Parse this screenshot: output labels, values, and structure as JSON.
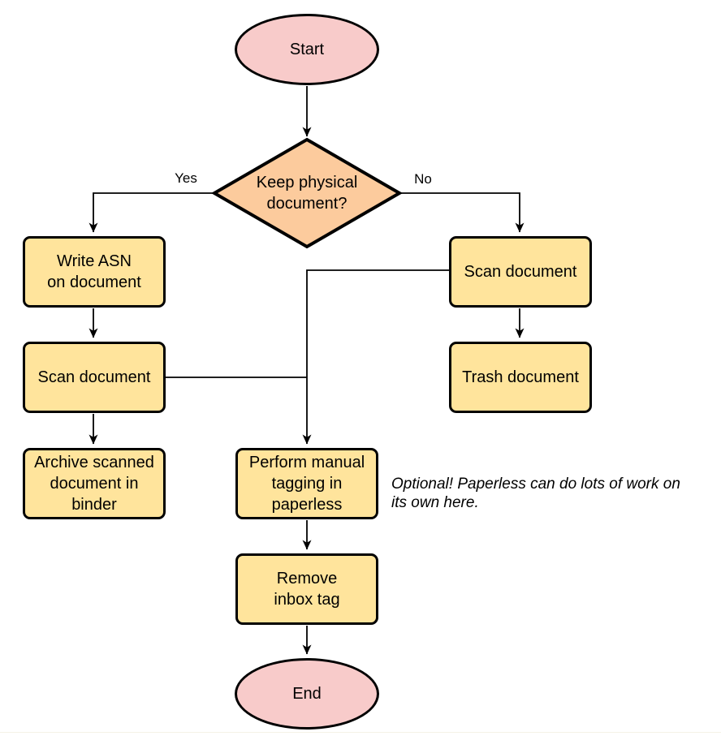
{
  "diagram": {
    "nodes": {
      "start": "Start",
      "decision": "Keep physical\ndocument?",
      "write_asn": "Write ASN\non document",
      "scan_left": "Scan document",
      "archive": "Archive scanned\ndocument in\nbinder",
      "scan_right": "Scan document",
      "trash": "Trash document",
      "tagging": "Perform manual\ntagging in\npaperless",
      "remove_inbox": "Remove\ninbox tag",
      "end": "End"
    },
    "edge_labels": {
      "yes": "Yes",
      "no": "No"
    },
    "annotation": "Optional! Paperless can do lots of work on\nits own here."
  },
  "colors": {
    "terminal_fill": "#f8cbca",
    "decision_fill": "#fccb9d",
    "process_fill": "#ffe49c",
    "stroke": "#000000",
    "background": "#ffffff"
  }
}
